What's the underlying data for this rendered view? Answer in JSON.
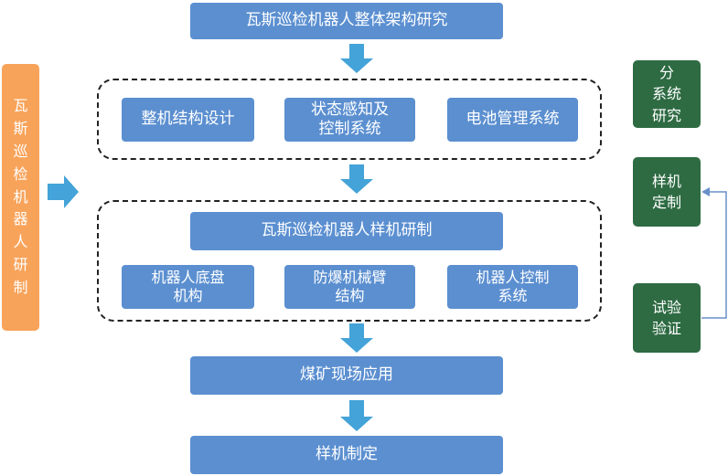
{
  "top_title": "瓦斯巡检机器人整体架构研究",
  "subsystems": [
    "整机结构设计",
    "状态感知及\n控制系统",
    "电池管理系统"
  ],
  "prototype_title": "瓦斯巡检机器人样机研制",
  "prototype_parts": [
    "机器人底盘\n机构",
    "防爆机械臂\n结构",
    "机器人控制\n系统"
  ],
  "application": "煤矿现场应用",
  "finalize": "样机制定",
  "side_left": "瓦\n斯\n巡\n检\n机\n器\n人\n研\n制",
  "side_right": [
    "分\n系统\n研究",
    "样机\n定制",
    "试验\n验证"
  ],
  "colors": {
    "blue": "#5b8fd0",
    "arrow": "#44a3d8",
    "green": "#2e6b43",
    "orange": "#f8a35a",
    "feedback": "#6a8fc8"
  }
}
